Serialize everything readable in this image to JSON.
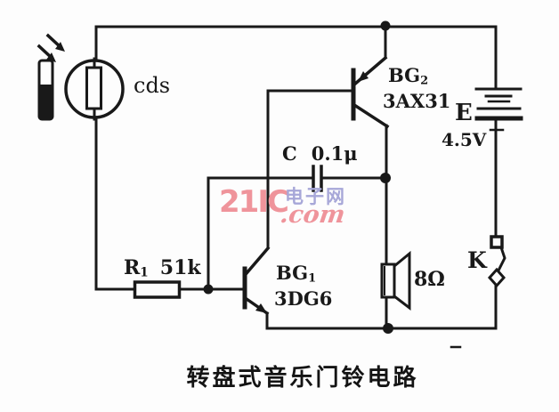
{
  "caption": {
    "text": "转盘式音乐门铃电路"
  },
  "watermark": {
    "brand": "21IC",
    "site_cn": "电子网",
    "domain_suffix": ".com",
    "pink": "#ef949b",
    "blue": "#a7a7d8"
  },
  "components": {
    "photoresistor_label": "cds",
    "transistor2_name": "BG",
    "transistor2_sub": "2",
    "transistor2_model": "3AX31",
    "battery_name": "E",
    "battery_voltage": "4.5V",
    "capacitor_name": "C",
    "capacitor_value": "0.1μ",
    "resistor_name": "R",
    "resistor_sub": "1",
    "resistor_value": "51k",
    "transistor1_name": "BG",
    "transistor1_sub": "1",
    "transistor1_model": "3DG6",
    "speaker_value": "8Ω",
    "switch_label": "K"
  },
  "icons": {
    "light_rays": "light-rays-icon",
    "photoresistor": "photoresistor-symbol",
    "shade_bar": "shade-bar-icon",
    "transistor_bg2": "pnp-transistor-symbol",
    "transistor_bg1": "npn-transistor-symbol",
    "capacitor": "capacitor-symbol",
    "resistor": "resistor-symbol",
    "battery": "battery-symbol",
    "speaker": "speaker-symbol",
    "switch": "knife-switch-symbol"
  },
  "colors": {
    "ink": "#191919",
    "paper": "#fdfdfd"
  }
}
